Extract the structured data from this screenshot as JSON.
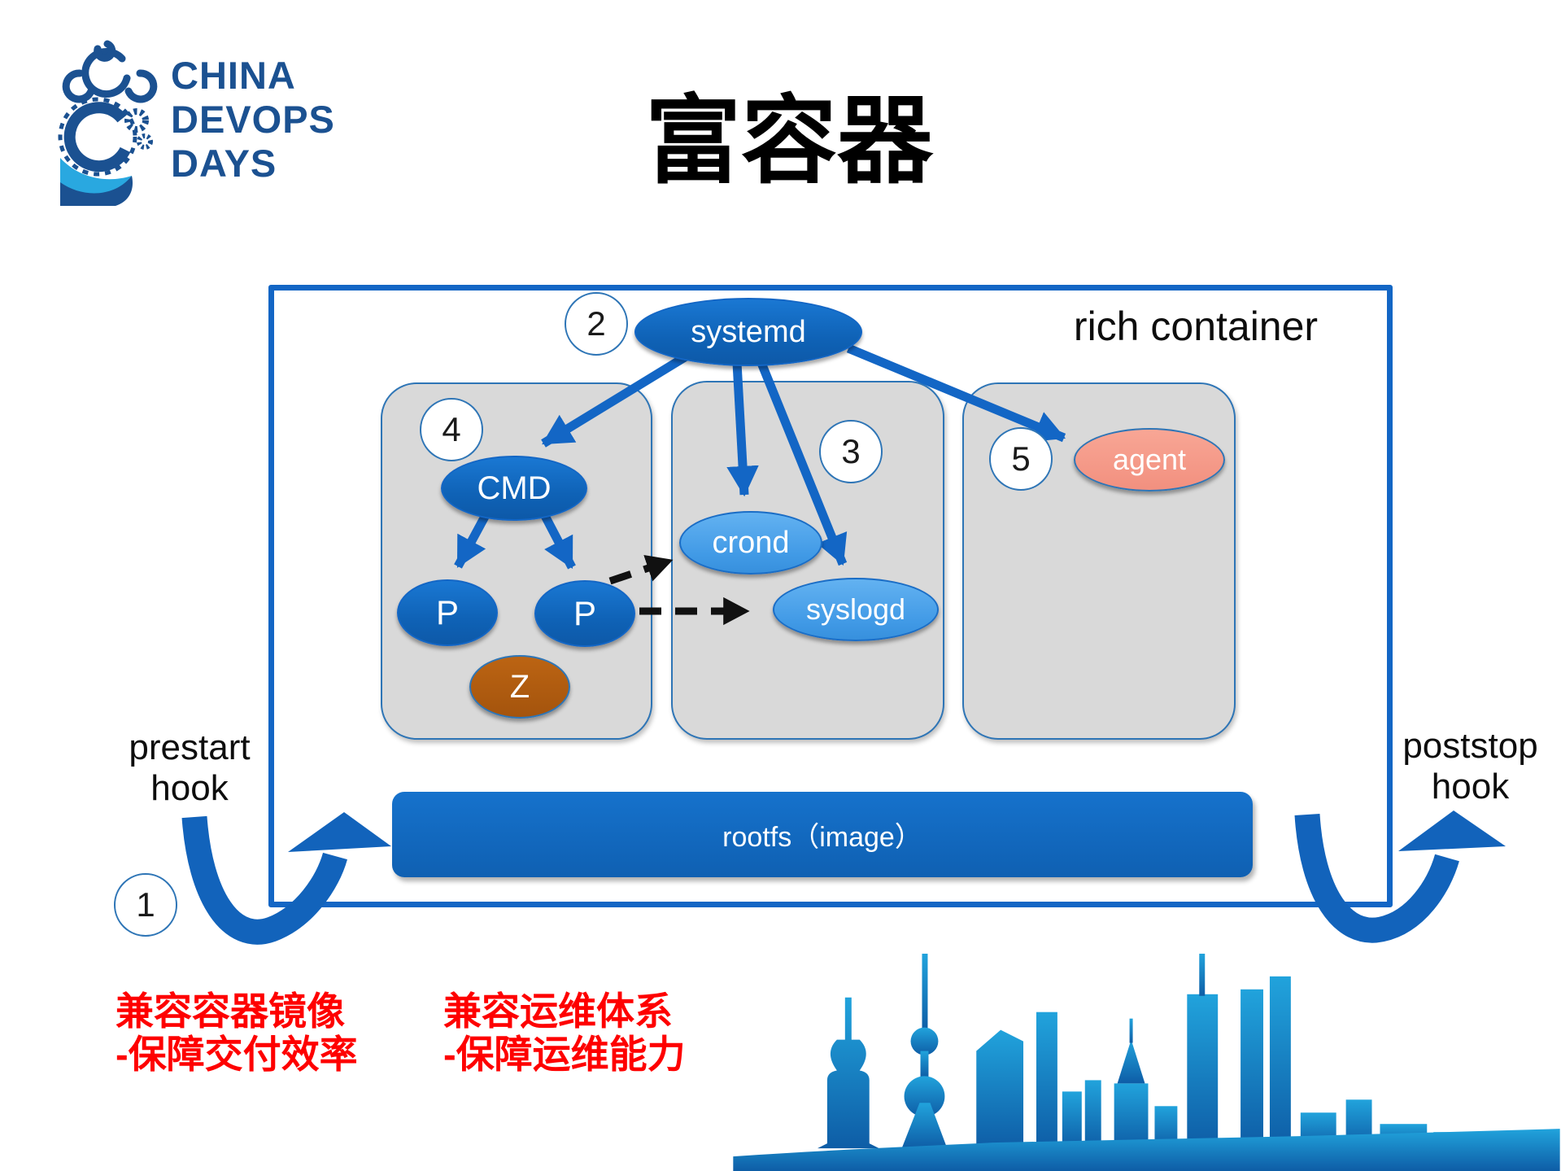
{
  "logo": {
    "line1": "CHINA",
    "line2": "DEVOPS",
    "line3": "DAYS"
  },
  "title": "富容器",
  "container": {
    "label": "rich container",
    "rootfs": "rootfs（image）",
    "systemd": "systemd",
    "cmd": "CMD",
    "p_left": "P",
    "p_right": "P",
    "zombie": "Z",
    "crond": "crond",
    "syslogd": "syslogd",
    "agent": "agent"
  },
  "steps": {
    "s1": "1",
    "s2": "2",
    "s3": "3",
    "s4": "4",
    "s5": "5"
  },
  "hooks": {
    "prestart": "prestart",
    "prestart_sub": "hook",
    "poststop": "poststop",
    "poststop_sub": "hook"
  },
  "notes": {
    "left1": "兼容容器镜像",
    "left2": "-保障交付效率",
    "right1": "兼容运维体系",
    "right2": "-保障运维能力"
  },
  "colors": {
    "primary_blue": "#1366c5",
    "node_blue": "#1166bd",
    "light_blue": "#4fa5ea",
    "agent_salmon": "#f69c8d",
    "zombie_brown": "#ad5a10",
    "box_gray": "#d9d9d9",
    "note_red": "#fe0000",
    "logo_blue": "#1b5191",
    "logo_light_blue": "#29a8e0",
    "arrow_black": "#111111"
  }
}
